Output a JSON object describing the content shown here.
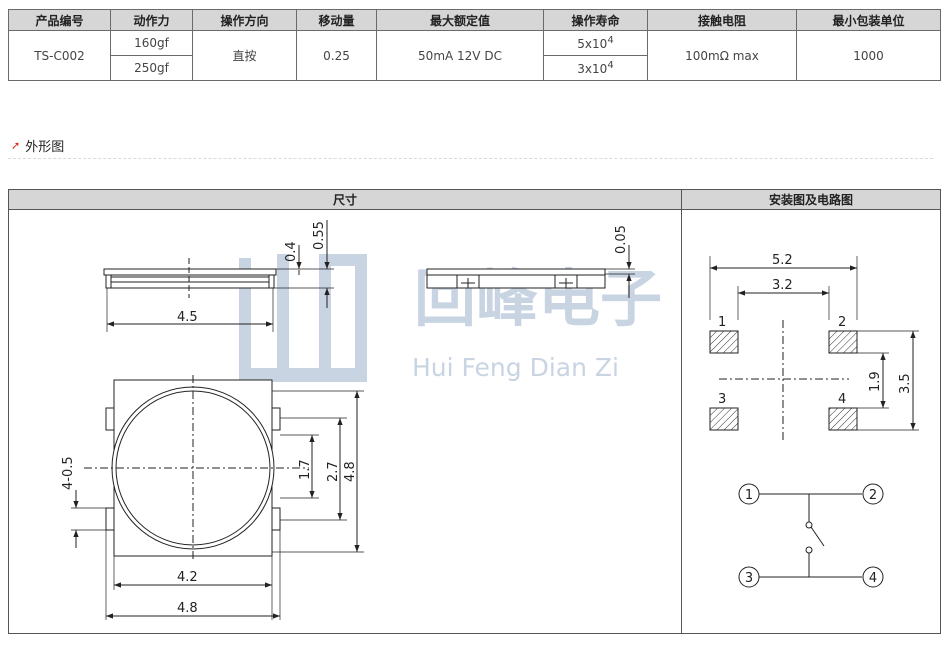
{
  "spec_table": {
    "headers": [
      "产品编号",
      "动作力",
      "操作方向",
      "移动量",
      "最大额定值",
      "操作寿命",
      "接触电阻",
      "最小包装单位"
    ],
    "model": "TS-C002",
    "force": [
      "160gf",
      "250gf"
    ],
    "direction": "直按",
    "travel": "0.25",
    "rating": "50mA 12V DC",
    "life": [
      {
        "base": "5x10",
        "exp": "4"
      },
      {
        "base": "3x10",
        "exp": "4"
      }
    ],
    "resistance": "100mΩ max",
    "min_pack": "1000"
  },
  "section": {
    "title": "外形图",
    "icon": "red-arrow-icon"
  },
  "drawing": {
    "left_title": "尺寸",
    "right_title": "安装图及电路图",
    "side_view": {
      "height": "0.4",
      "total_height": "0.55",
      "width": "4.5"
    },
    "front_view": {
      "stroke": "0.05"
    },
    "top_view": {
      "pitch": "1.7",
      "inner_height": "2.7",
      "outer_height": "4.8",
      "pin_width": "4-0.5",
      "inner_width": "4.2",
      "outer_width": "4.8"
    },
    "pcb": {
      "outer": "5.2",
      "inner": "3.2",
      "pitch_v": "1.9",
      "outer_v": "3.5",
      "pads": [
        "1",
        "2",
        "3",
        "4"
      ]
    },
    "circuit": {
      "terminals": [
        "1",
        "2",
        "3",
        "4"
      ]
    }
  },
  "watermark": {
    "cn": "回峰电子",
    "en": "Hui Feng Dian Zi",
    "color": "#c4d0e0"
  }
}
